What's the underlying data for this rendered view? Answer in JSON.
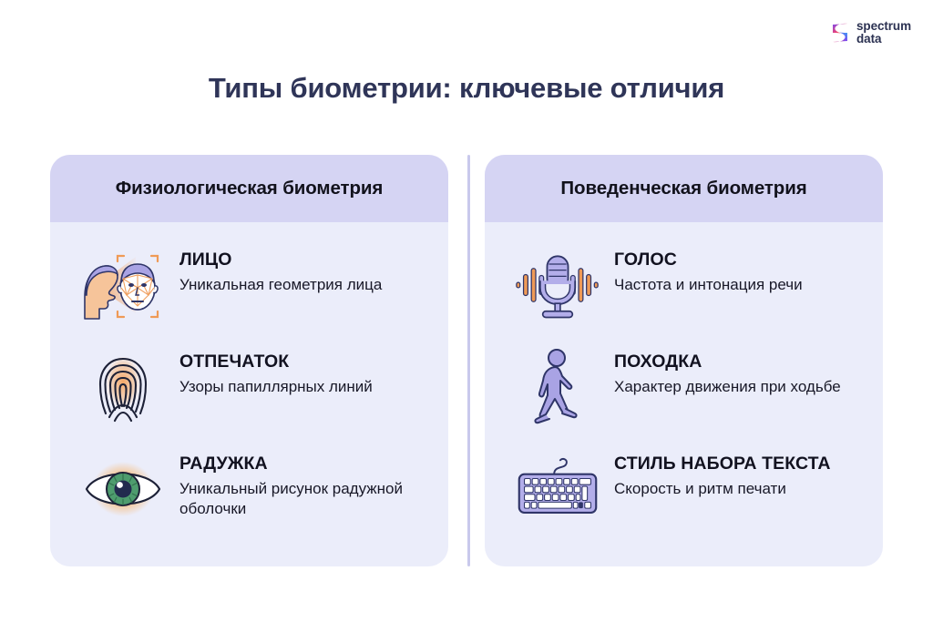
{
  "brand": {
    "name_line1": "spectrum",
    "name_line2": "data",
    "logo_icon": "spectrum-s-mark",
    "colors": {
      "ink": "#2c3252",
      "pink": "#e8417a",
      "orange": "#f5911e",
      "violet": "#7b4df0",
      "blue": "#3aa0f5"
    }
  },
  "title": "Типы биометрии: ключевые отличия",
  "theme": {
    "page_background": "#ffffff",
    "card_body": "#ebedfa",
    "card_header": "#d5d4f3",
    "divider": "#c9c9ec",
    "title_color": "#2f3558",
    "icon_purple": "#b3aeea",
    "icon_outline": "#2f3568",
    "icon_orange": "#f0943f",
    "icon_green": "#4e9c6e",
    "icon_skin": "#f6c49a"
  },
  "columns": [
    {
      "header": "Физиологическая биометрия",
      "items": [
        {
          "icon": "face-scan-icon",
          "title": "ЛИЦО",
          "desc": "Уникальная геометрия лица"
        },
        {
          "icon": "fingerprint-icon",
          "title": "ОТПЕЧАТОК",
          "desc": "Узоры папиллярных линий"
        },
        {
          "icon": "iris-eye-icon",
          "title": "РАДУЖКА",
          "desc": "Уникальный рисунок радужной оболочки"
        }
      ]
    },
    {
      "header": "Поведенческая биометрия",
      "items": [
        {
          "icon": "microphone-icon",
          "title": "ГОЛОС",
          "desc": "Частота и интонация речи"
        },
        {
          "icon": "walking-person-icon",
          "title": "ПОХОДКА",
          "desc": "Характер движения при ходьбе"
        },
        {
          "icon": "keyboard-icon",
          "title": "СТИЛЬ НАБОРА ТЕКСТА",
          "desc": "Скорость и ритм печати"
        }
      ]
    }
  ]
}
